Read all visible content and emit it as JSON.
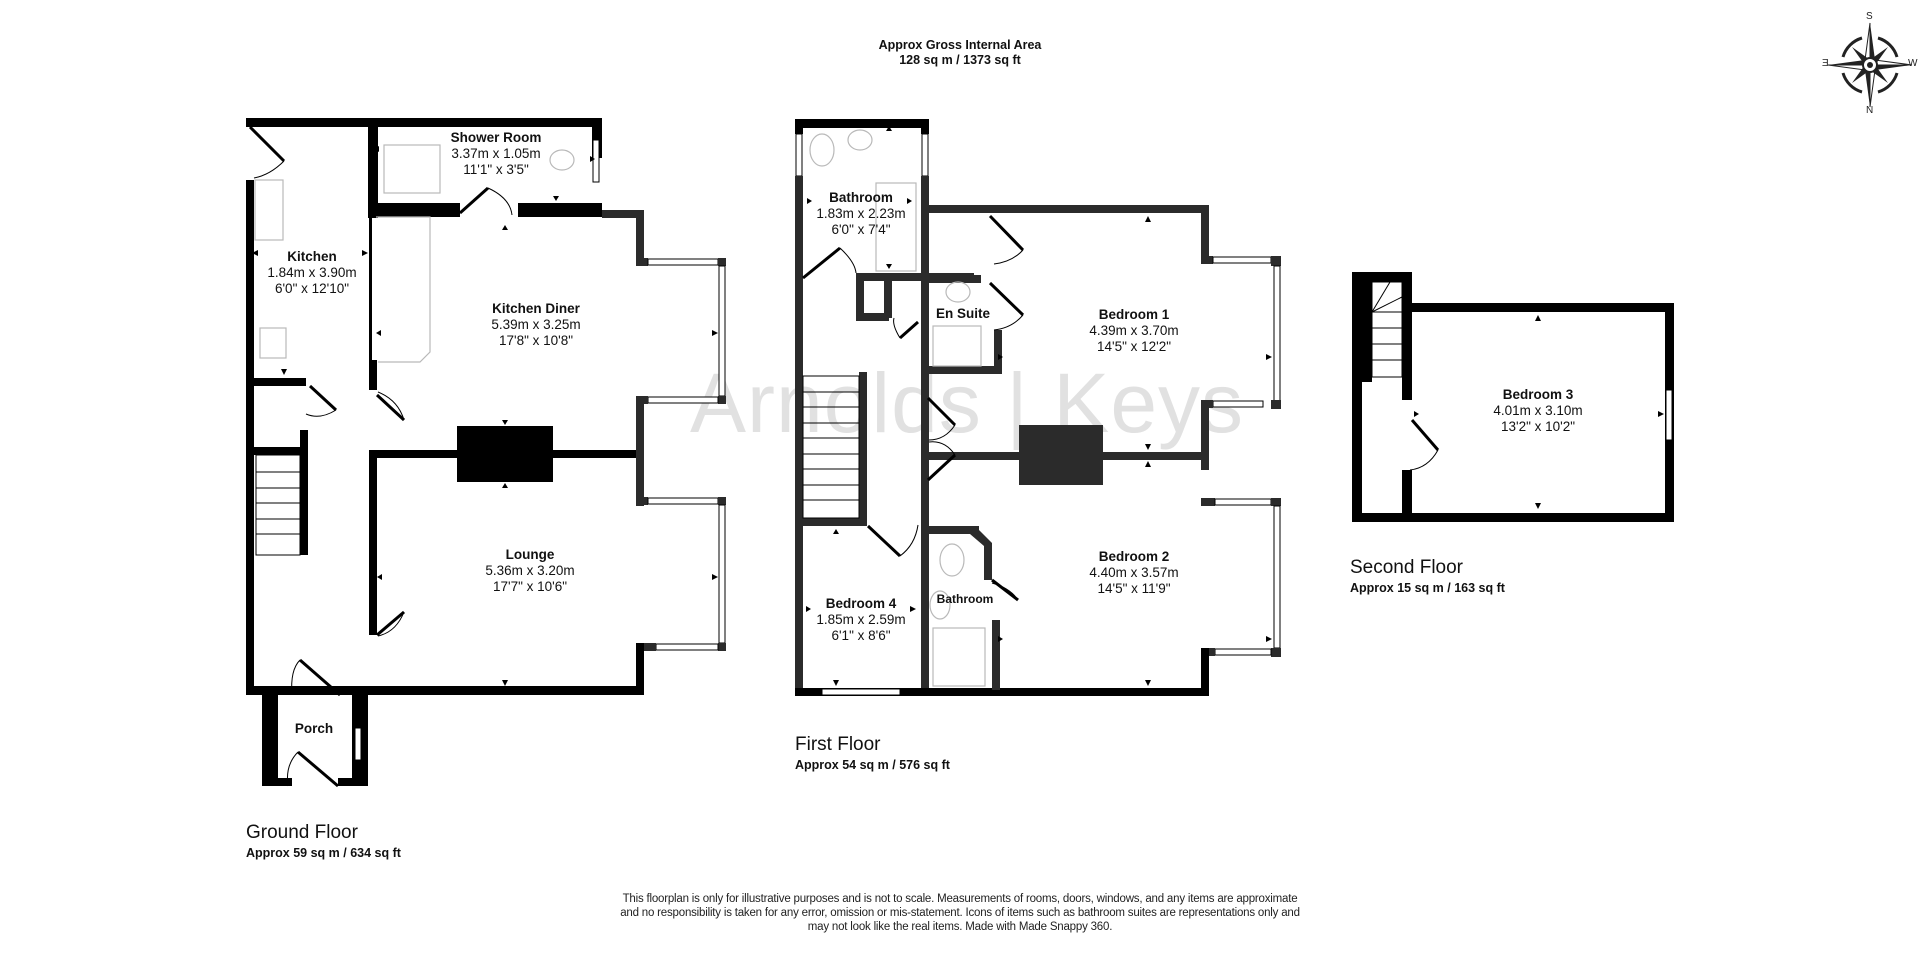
{
  "header": {
    "gia_title": "Approx Gross Internal Area",
    "gia_value": "128 sq m / 1373 sq ft"
  },
  "compass": {
    "top": "S",
    "bottom": "N",
    "left": "E",
    "right": "W",
    "icon": "compass-rose-icon"
  },
  "watermark": "Arnolds | Keys",
  "floors": [
    {
      "name": "Ground Floor",
      "area": "Approx 59 sq m / 634 sq ft",
      "rooms": [
        {
          "name": "Shower Room",
          "metric": "3.37m x 1.05m",
          "imperial": "11'1\" x 3'5\""
        },
        {
          "name": "Kitchen",
          "metric": "1.84m x 3.90m",
          "imperial": "6'0\" x 12'10\""
        },
        {
          "name": "Kitchen Diner",
          "metric": "5.39m x 3.25m",
          "imperial": "17'8\" x 10'8\""
        },
        {
          "name": "Lounge",
          "metric": "5.36m x 3.20m",
          "imperial": "17'7\" x 10'6\""
        },
        {
          "name": "Porch",
          "metric": "",
          "imperial": ""
        }
      ]
    },
    {
      "name": "First Floor",
      "area": "Approx 54 sq m / 576 sq ft",
      "rooms": [
        {
          "name": "Bathroom",
          "metric": "1.83m x 2.23m",
          "imperial": "6'0\" x 7'4\""
        },
        {
          "name": "En Suite",
          "metric": "",
          "imperial": ""
        },
        {
          "name": "Bedroom 1",
          "metric": "4.39m x 3.70m",
          "imperial": "14'5\" x 12'2\""
        },
        {
          "name": "Bedroom 2",
          "metric": "4.40m x 3.57m",
          "imperial": "14'5\" x 11'9\""
        },
        {
          "name": "Bedroom 4",
          "metric": "1.85m x 2.59m",
          "imperial": "6'1\" x 8'6\""
        },
        {
          "name": "Bathroom",
          "metric": "",
          "imperial": ""
        }
      ]
    },
    {
      "name": "Second Floor",
      "area": "Approx 15 sq m / 163 sq ft",
      "rooms": [
        {
          "name": "Bedroom 3",
          "metric": "4.01m x 3.10m",
          "imperial": "13'2\" x 10'2\""
        }
      ]
    }
  ],
  "disclaimer": {
    "line1": "This floorplan is only for illustrative purposes and is not to scale. Measurements of rooms, doors, windows, and any items are approximate",
    "line2": "and no responsibility is taken for any error, omission or mis-statement. Icons of items such as bathroom suites are representations only and",
    "line3": "may not look like the real items. Made with Made Snappy 360."
  },
  "colors": {
    "wall": "#000000",
    "wall_soft": "#2b2b2b",
    "fixture": "#b9b9b9",
    "watermark": "#bdbdbd",
    "background": "#ffffff"
  }
}
